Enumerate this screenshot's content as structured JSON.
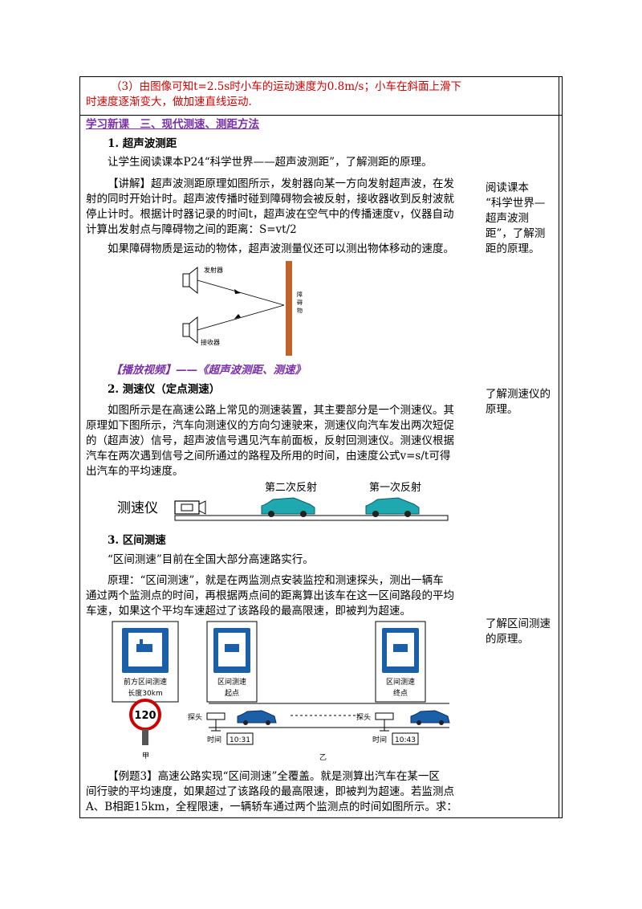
{
  "row1": {
    "line1": "（3）由图像可知t=2.5s时小车的运动速度为0.8m/s；小车在斜面上滑下",
    "line2": "时速度逐渐变大，做加速直线运动."
  },
  "section_title": "学习新课　三、现代测速、测距方法",
  "ultrasonic": {
    "heading": "1. 超声波测距",
    "intro": "让学生阅读课本P24“科学世界——超声波测距”，了解测距的原理。",
    "explain_l1": "【讲解】超声波测距原理如图所示，发射器向某一方向发射超声波，在发",
    "explain_l2": "射的同时开始计时。超声波传播时碰到障碍物会被反射，接收器收到反射波就",
    "explain_l3": "停止计时。根据计时器记录的时间t，超声波在空气中的传播速度v，仪器自动",
    "explain_l4": "计算出发射点与障碍物之间的距离：S=vt/2",
    "moving": "如果障碍物质是运动的物体，超声波测量仪还可以测出物体移动的速度。",
    "fig_emitter": "发射器",
    "fig_receiver": "接收器",
    "fig_obstacle_1": "障",
    "fig_obstacle_2": "碍",
    "fig_obstacle_3": "物"
  },
  "video": "【播放视频】——《超声波测距、测速》",
  "speedometer": {
    "heading": "2. 测速仪（定点测速）",
    "p_l1": "如图所示是在高速公路上常见的测速装置，其主要部分是一个测速仪。其",
    "p_l2": "原理如下图所示，汽车向测速仪的方向匀速驶来，测速仪向汽车发出两次短促",
    "p_l3": "的（超声波）信号，超声波信号遇见汽车前面板，反射回测速仪。测速仪根据",
    "p_l4": "汽车在两次遇到信号之间所通过的路程及所用的时间，由速度公式v=s/t可得",
    "p_l5": "出汽车的平均速度。",
    "fig_device": "测速仪",
    "fig_second": "第二次反射",
    "fig_first": "第一次反射"
  },
  "interval": {
    "heading": "3. 区间测速",
    "p1": "“区间测速”目前在全国大部分高速路实行。",
    "p2_l1": "原理：“区间测速”，就是在两监测点安装监控和测速探头，测出一辆车",
    "p2_l2": "通过两个监测点的时间，再根据两点间的距离算出该车在这一区间路段的平均",
    "p2_l3": "车速，如果这个平均车速超过了该路段的最高限速，即被判为超速。",
    "sign1_l1": "前方区间测速",
    "sign1_l2": "长度30km",
    "sign2_l1": "区间测速",
    "sign2_l2": "起点",
    "sign3_l1": "区间测速",
    "sign3_l2": "终点",
    "speed_limit": "120",
    "probe": "探头",
    "time_label": "时间",
    "time1": "10:31",
    "time2": "10:43",
    "label_jia": "甲",
    "label_yi": "乙"
  },
  "example": {
    "l1": "【例题3】高速公路实现“区间测速”全覆盖。就是测算出汽车在某一区",
    "l2": "间行驶的平均速度，如果超过了该路段的最高限速，即被判为超速。若监测点",
    "l3": "A、B相距15km，全程限速，一辆轿车通过两个监测点的时间如图所示。求："
  },
  "side": {
    "note1_l1": "阅读课本",
    "note1_l2": "“科学世界—",
    "note1_l3": "超声波测",
    "note1_l4": "距”，了解测",
    "note1_l5": "距的原理。",
    "note2_l1": "了解测速仪的",
    "note2_l2": "原理。",
    "note3_l1": "了解区间测速",
    "note3_l2": "的原理。"
  },
  "colors": {
    "red_text": "#d00000",
    "purple_text": "#7a2fa8",
    "obstacle": "#c0622b",
    "sign_blue": "#1b5fa8",
    "car": "#20a8b0"
  }
}
